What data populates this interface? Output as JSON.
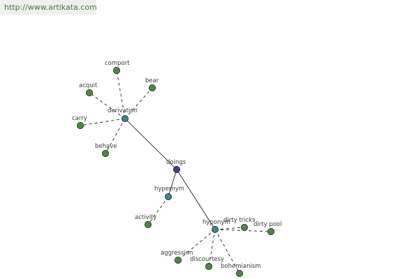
{
  "banner": {
    "url_text": "http://www.artikata.com"
  },
  "colors": {
    "root": "#3a3e9a",
    "relation": "#3a8a8a",
    "word": "#4a8a3e",
    "banner_text": "#3a7f2a",
    "banner_bg": "#efefef"
  },
  "graph": {
    "nodes": [
      {
        "id": "doings",
        "label": "doings",
        "kind": "root"
      },
      {
        "id": "derivation",
        "label": "derivation",
        "kind": "relation"
      },
      {
        "id": "hypernym",
        "label": "hypernym",
        "kind": "relation"
      },
      {
        "id": "hyponym",
        "label": "hyponym",
        "kind": "relation"
      },
      {
        "id": "comport",
        "label": "comport",
        "kind": "word"
      },
      {
        "id": "acquit",
        "label": "acquit",
        "kind": "word"
      },
      {
        "id": "bear",
        "label": "bear",
        "kind": "word"
      },
      {
        "id": "carry",
        "label": "carry",
        "kind": "word"
      },
      {
        "id": "behave",
        "label": "behave",
        "kind": "word"
      },
      {
        "id": "activity",
        "label": "activity",
        "kind": "word"
      },
      {
        "id": "dirty-tricks",
        "label": "dirty tricks",
        "kind": "word"
      },
      {
        "id": "dirty-pool",
        "label": "dirty pool",
        "kind": "word"
      },
      {
        "id": "aggression",
        "label": "aggression",
        "kind": "word"
      },
      {
        "id": "discourtesy",
        "label": "discourtesy",
        "kind": "word"
      },
      {
        "id": "bohemianism",
        "label": "bohemianism",
        "kind": "word"
      }
    ],
    "edges": [
      {
        "from": "doings",
        "to": "derivation",
        "style": "solid"
      },
      {
        "from": "doings",
        "to": "hypernym",
        "style": "solid"
      },
      {
        "from": "doings",
        "to": "hyponym",
        "style": "solid"
      },
      {
        "from": "derivation",
        "to": "comport",
        "style": "dashed"
      },
      {
        "from": "derivation",
        "to": "acquit",
        "style": "dashed"
      },
      {
        "from": "derivation",
        "to": "bear",
        "style": "dashed"
      },
      {
        "from": "derivation",
        "to": "carry",
        "style": "dashed"
      },
      {
        "from": "derivation",
        "to": "behave",
        "style": "dashed"
      },
      {
        "from": "hypernym",
        "to": "activity",
        "style": "dashed"
      },
      {
        "from": "hyponym",
        "to": "dirty-tricks",
        "style": "dashed"
      },
      {
        "from": "hyponym",
        "to": "dirty-pool",
        "style": "dashed"
      },
      {
        "from": "hyponym",
        "to": "aggression",
        "style": "dashed"
      },
      {
        "from": "hyponym",
        "to": "discourtesy",
        "style": "dashed"
      },
      {
        "from": "hyponym",
        "to": "bohemianism",
        "style": "dashed"
      }
    ]
  }
}
